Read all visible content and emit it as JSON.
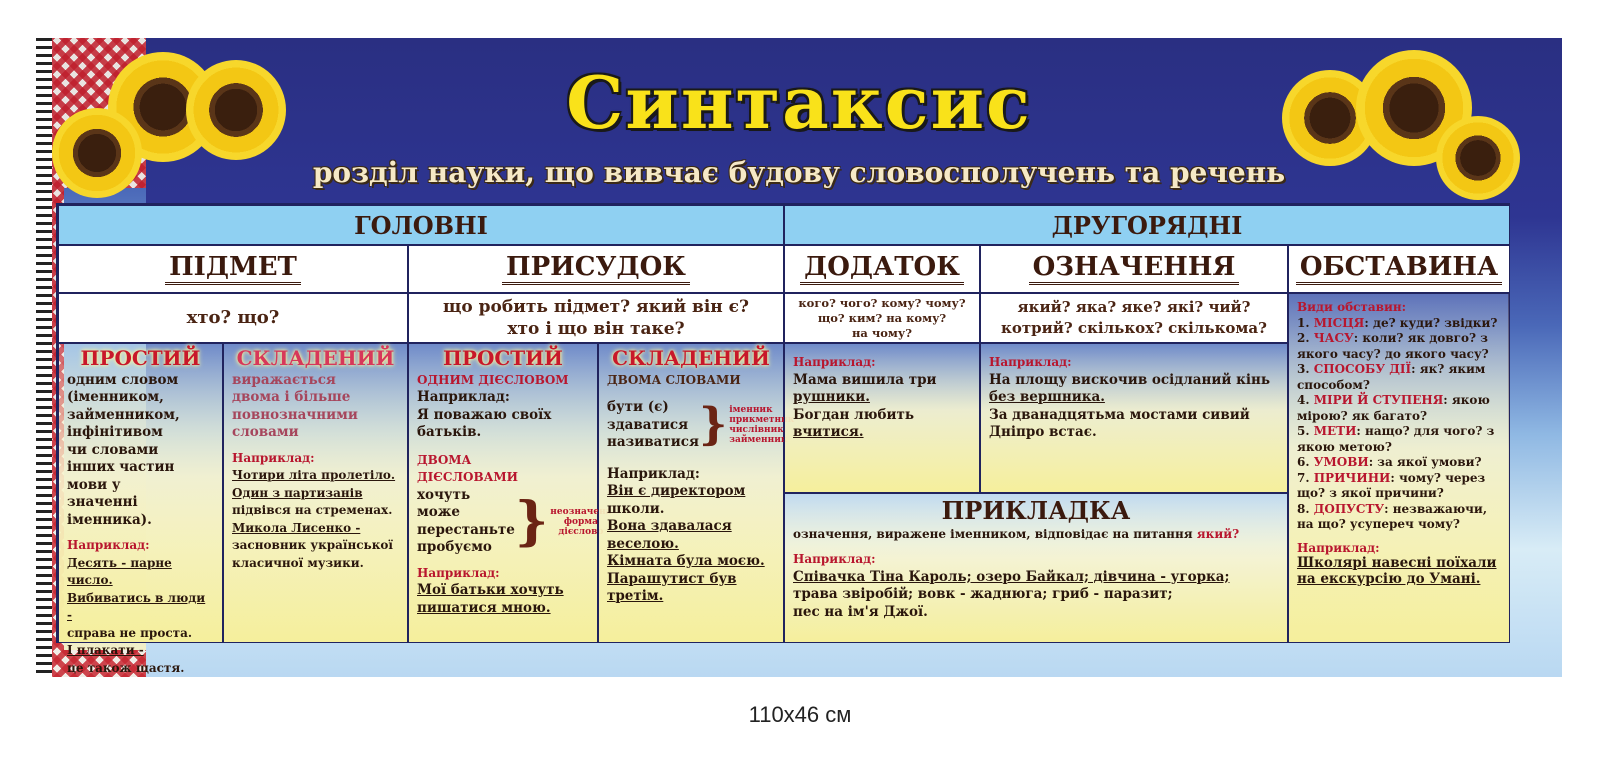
{
  "title": "Синтаксис",
  "subtitle": "розділ науки, що вивчає будову словосполучень та речень",
  "groups": {
    "main": "ГОЛОВНІ",
    "secondary": "ДРУГОРЯДНІ"
  },
  "columns": {
    "subject": "ПІДМЕТ",
    "predicate": "ПРИСУДОК",
    "object": "ДОДАТОК",
    "attribute": "ОЗНАЧЕННЯ",
    "adverbial": "ОБСТАВИНА"
  },
  "questions": {
    "subject": "хто? що?",
    "predicate_1": "що робить підмет? який він є?",
    "predicate_2": "хто і що він таке?",
    "object_1": "кого? чого? кому? чому?",
    "object_2": "що? ким? на кому?",
    "object_3": "на чому?",
    "attribute_1": "який? яка? яке? які? чий?",
    "attribute_2": "котрий? скількох? скількома?"
  },
  "subject_simple": {
    "heading": "ПРОСТИЙ",
    "text_1": "одним словом",
    "text_2": "(іменником,",
    "text_3": "займенником,",
    "text_4": "інфінітивом",
    "text_5": "чи словами",
    "text_6": "інших частин",
    "text_7": "мови у",
    "text_8": "значенні",
    "text_9": "іменника).",
    "example_label": "Наприклад:",
    "ex_1": "Десять - парне число.",
    "ex_2": "Вибиватись в люди -",
    "ex_3": "справа не проста.",
    "ex_4": "І плакати -",
    "ex_5": "це також щастя."
  },
  "subject_compound": {
    "heading": "СКЛАДЕНИЙ",
    "text_1": "виражається",
    "text_2": "двома і більше",
    "text_3": "повнозначними",
    "text_4": "словами",
    "example_label": "Наприклад:",
    "ex_1": "Чотири літа пролетіло.",
    "ex_2": "Один з партизанів",
    "ex_3": "підвівся на стременах.",
    "ex_4": "Микола Лисенко -",
    "ex_5": "засновник української",
    "ex_6": "класичної музики."
  },
  "predicate_simple": {
    "heading": "ПРОСТИЙ",
    "subheading": "ОДНИМ ДІЄСЛОВОМ",
    "example_label_1": "Наприклад:",
    "ex_1": "Я поважаю своїх",
    "ex_2": "батьків.",
    "subheading_2a": "ДВОМА",
    "subheading_2b": "ДІЄСЛОВАМИ",
    "verbs_1": "хочуть",
    "verbs_2": "може",
    "verbs_3": "перестаньте",
    "verbs_4": "пробуємо",
    "note_1": "неозначена",
    "note_2": "форма",
    "note_3": "дієслово",
    "example_label_2": "Наприклад:",
    "ex_3": "Мої батьки хочуть",
    "ex_4": "пишатися мною."
  },
  "predicate_compound": {
    "heading": "СКЛАДЕНИЙ",
    "subheading": "ДВОМА СЛОВАМИ",
    "verbs_1": "бути (є)",
    "verbs_2": "здаватися",
    "verbs_3": "називатися",
    "note_1": "іменник",
    "note_2": "прикметник",
    "note_3": "числівник",
    "note_4": "займенник",
    "example_label": "Наприклад:",
    "ex_1": "Він є директором",
    "ex_2": "школи.",
    "ex_3": "Вона здавалася",
    "ex_4": "веселою.",
    "ex_5": "Кімната була моєю.",
    "ex_6": "Парашутист був",
    "ex_7": "третім."
  },
  "object_examples": {
    "example_label": "Наприклад:",
    "ex_1": "Мама вишила три",
    "ex_2": "рушники.",
    "ex_3": "Богдан любить",
    "ex_4": "вчитися."
  },
  "attribute_examples": {
    "example_label": "Наприклад:",
    "ex_1": "На площу вискочив осідланий кінь",
    "ex_2": "без вершника.",
    "ex_3": "За дванадцятьма мостами сивий",
    "ex_4": "Дніпро встає."
  },
  "apposition": {
    "heading": "ПРИКЛАДКА",
    "definition": "означення, виражене іменником, відповідає на питання",
    "definition_q": "який?",
    "example_label": "Наприклад:",
    "ex_1": "Співачка Тіна Кароль; озеро Байкал; дівчина - угорка;",
    "ex_2": "трава звіробій; вовк - жаднюга; гриб - паразит;",
    "ex_3": "пес на ім'я Джої."
  },
  "adverbial": {
    "types_label": "Види обставин:",
    "items": [
      {
        "n": "1.",
        "name": "МІСЦЯ",
        "q": ": де? куди? звідки?"
      },
      {
        "n": "2.",
        "name": "ЧАСУ",
        "q": ": коли? як довго? з якого часу? до якого часу?"
      },
      {
        "n": "3.",
        "name": "СПОСОБУ ДІЇ",
        "q": ": як? яким способом?"
      },
      {
        "n": "4.",
        "name": "МІРИ Й СТУПЕНЯ",
        "q": ": якою мірою? як багато?"
      },
      {
        "n": "5.",
        "name": "МЕТИ",
        "q": ": нащо? для чого? з якою метою?"
      },
      {
        "n": "6.",
        "name": "УМОВИ",
        "q": ": за якої умови?"
      },
      {
        "n": "7.",
        "name": "ПРИЧИНИ",
        "q": ": чому? через що? з якої причини?"
      },
      {
        "n": "8.",
        "name": "ДОПУСТУ",
        "q": ": незважаючи, на що? усупереч чому?"
      }
    ],
    "example_label": "Наприклад:",
    "ex_1": "Школярі навесні поїхали",
    "ex_2": "на екскурсію до Умані."
  },
  "size_label": "110х46 см",
  "colors": {
    "title": "#f9e21a",
    "header_bg": "#8fd0f2",
    "accent_red": "#b8162e",
    "navy": "#2a2f82"
  }
}
